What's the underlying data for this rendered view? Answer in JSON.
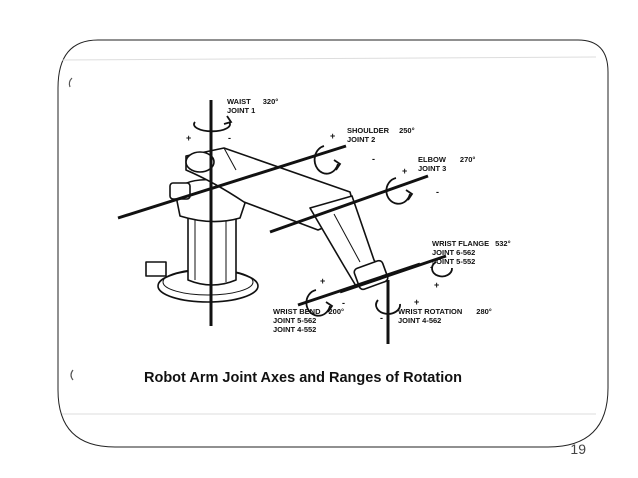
{
  "slide": {
    "page_number": "19"
  },
  "diagram": {
    "caption": "Robot Arm Joint Axes and Ranges of Rotation",
    "joints": [
      {
        "name": "WAIST",
        "range": "320°",
        "joint": "JOINT 1"
      },
      {
        "name": "SHOULDER",
        "range": "250°",
        "joint": "JOINT 2"
      },
      {
        "name": "ELBOW",
        "range": "270°",
        "joint": "JOINT 3"
      },
      {
        "name": "WRIST FLANGE",
        "range": "532°",
        "joint": "JOINT 6-562",
        "joint2": "JOINT 5-552"
      },
      {
        "name": "WRIST BEND",
        "range": "200°",
        "joint": "JOINT 5-562",
        "joint2": "JOINT 4-552"
      },
      {
        "name": "WRIST ROTATION",
        "range": "280°",
        "joint": "JOINT 4-562"
      }
    ],
    "sign_plus": "+",
    "sign_minus": "-"
  },
  "colors": {
    "frame": "#222222",
    "ink": "#111111",
    "page": "#ffffff"
  }
}
